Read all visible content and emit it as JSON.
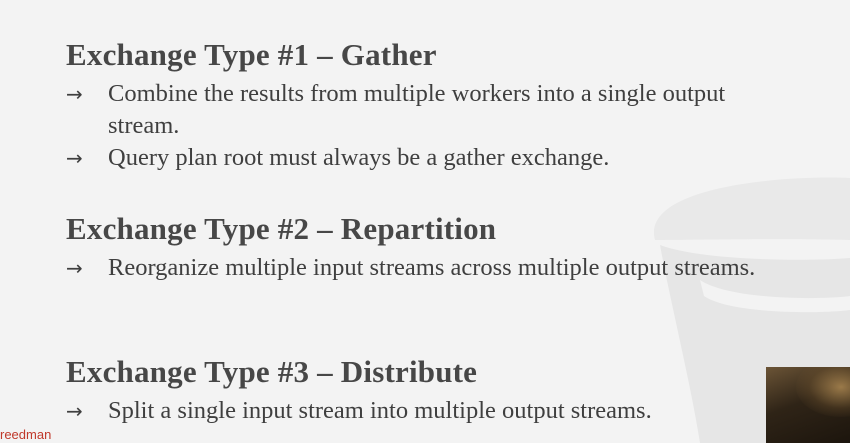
{
  "sections": [
    {
      "heading": "Exchange Type #1 – Gather",
      "bullets": [
        "Combine the results from multiple workers into a single output stream.",
        "Query plan root must always be a gather exchange."
      ]
    },
    {
      "heading": "Exchange Type #2 – Repartition",
      "bullets": [
        "Reorganize multiple input streams across multiple output streams."
      ]
    },
    {
      "heading": "Exchange Type #3 – Distribute",
      "bullets": [
        "Split a single input stream into multiple output streams."
      ]
    }
  ],
  "bullet_symbol": "→",
  "footer": {
    "watermark": "reedman"
  },
  "colors": {
    "background": "#f3f3f3",
    "text": "#3f3f3f",
    "watermark": "#c0392b"
  },
  "icons": {
    "background_logo": "database-cylinder-icon"
  }
}
